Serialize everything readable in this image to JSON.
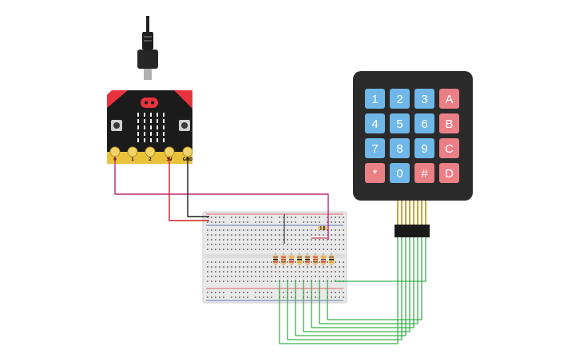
{
  "canvas": {
    "background": "#ffffff"
  },
  "microbit": {
    "pin_labels": [
      "0",
      "1",
      "2",
      "3V",
      "GND"
    ],
    "colors": {
      "board": "#1b1b1b",
      "accent": "#e8333c",
      "edge": "#e9c23a",
      "led": "#f4f4f4"
    }
  },
  "keypad": {
    "keys": [
      [
        "1",
        "2",
        "3",
        "A"
      ],
      [
        "4",
        "5",
        "6",
        "B"
      ],
      [
        "7",
        "8",
        "9",
        "C"
      ],
      [
        "*",
        "0",
        "#",
        "D"
      ]
    ],
    "colors": {
      "body": "#2b2b2b",
      "digit": "#6fb7e8",
      "letter": "#ea7f86",
      "symbol": "#ea7f86"
    }
  },
  "breadboard": {
    "resistor_count": 8,
    "colors": {
      "board": "#e9e9e9",
      "rail_red": "#d9333b",
      "rail_blue": "#2f4fa0",
      "hole": "#8a8a8a"
    }
  },
  "wires": {
    "colors": {
      "pin0": "#c0237d",
      "power": "#d11f1f",
      "ground": "#1a1a1a",
      "keypad": "#36b04a"
    }
  }
}
